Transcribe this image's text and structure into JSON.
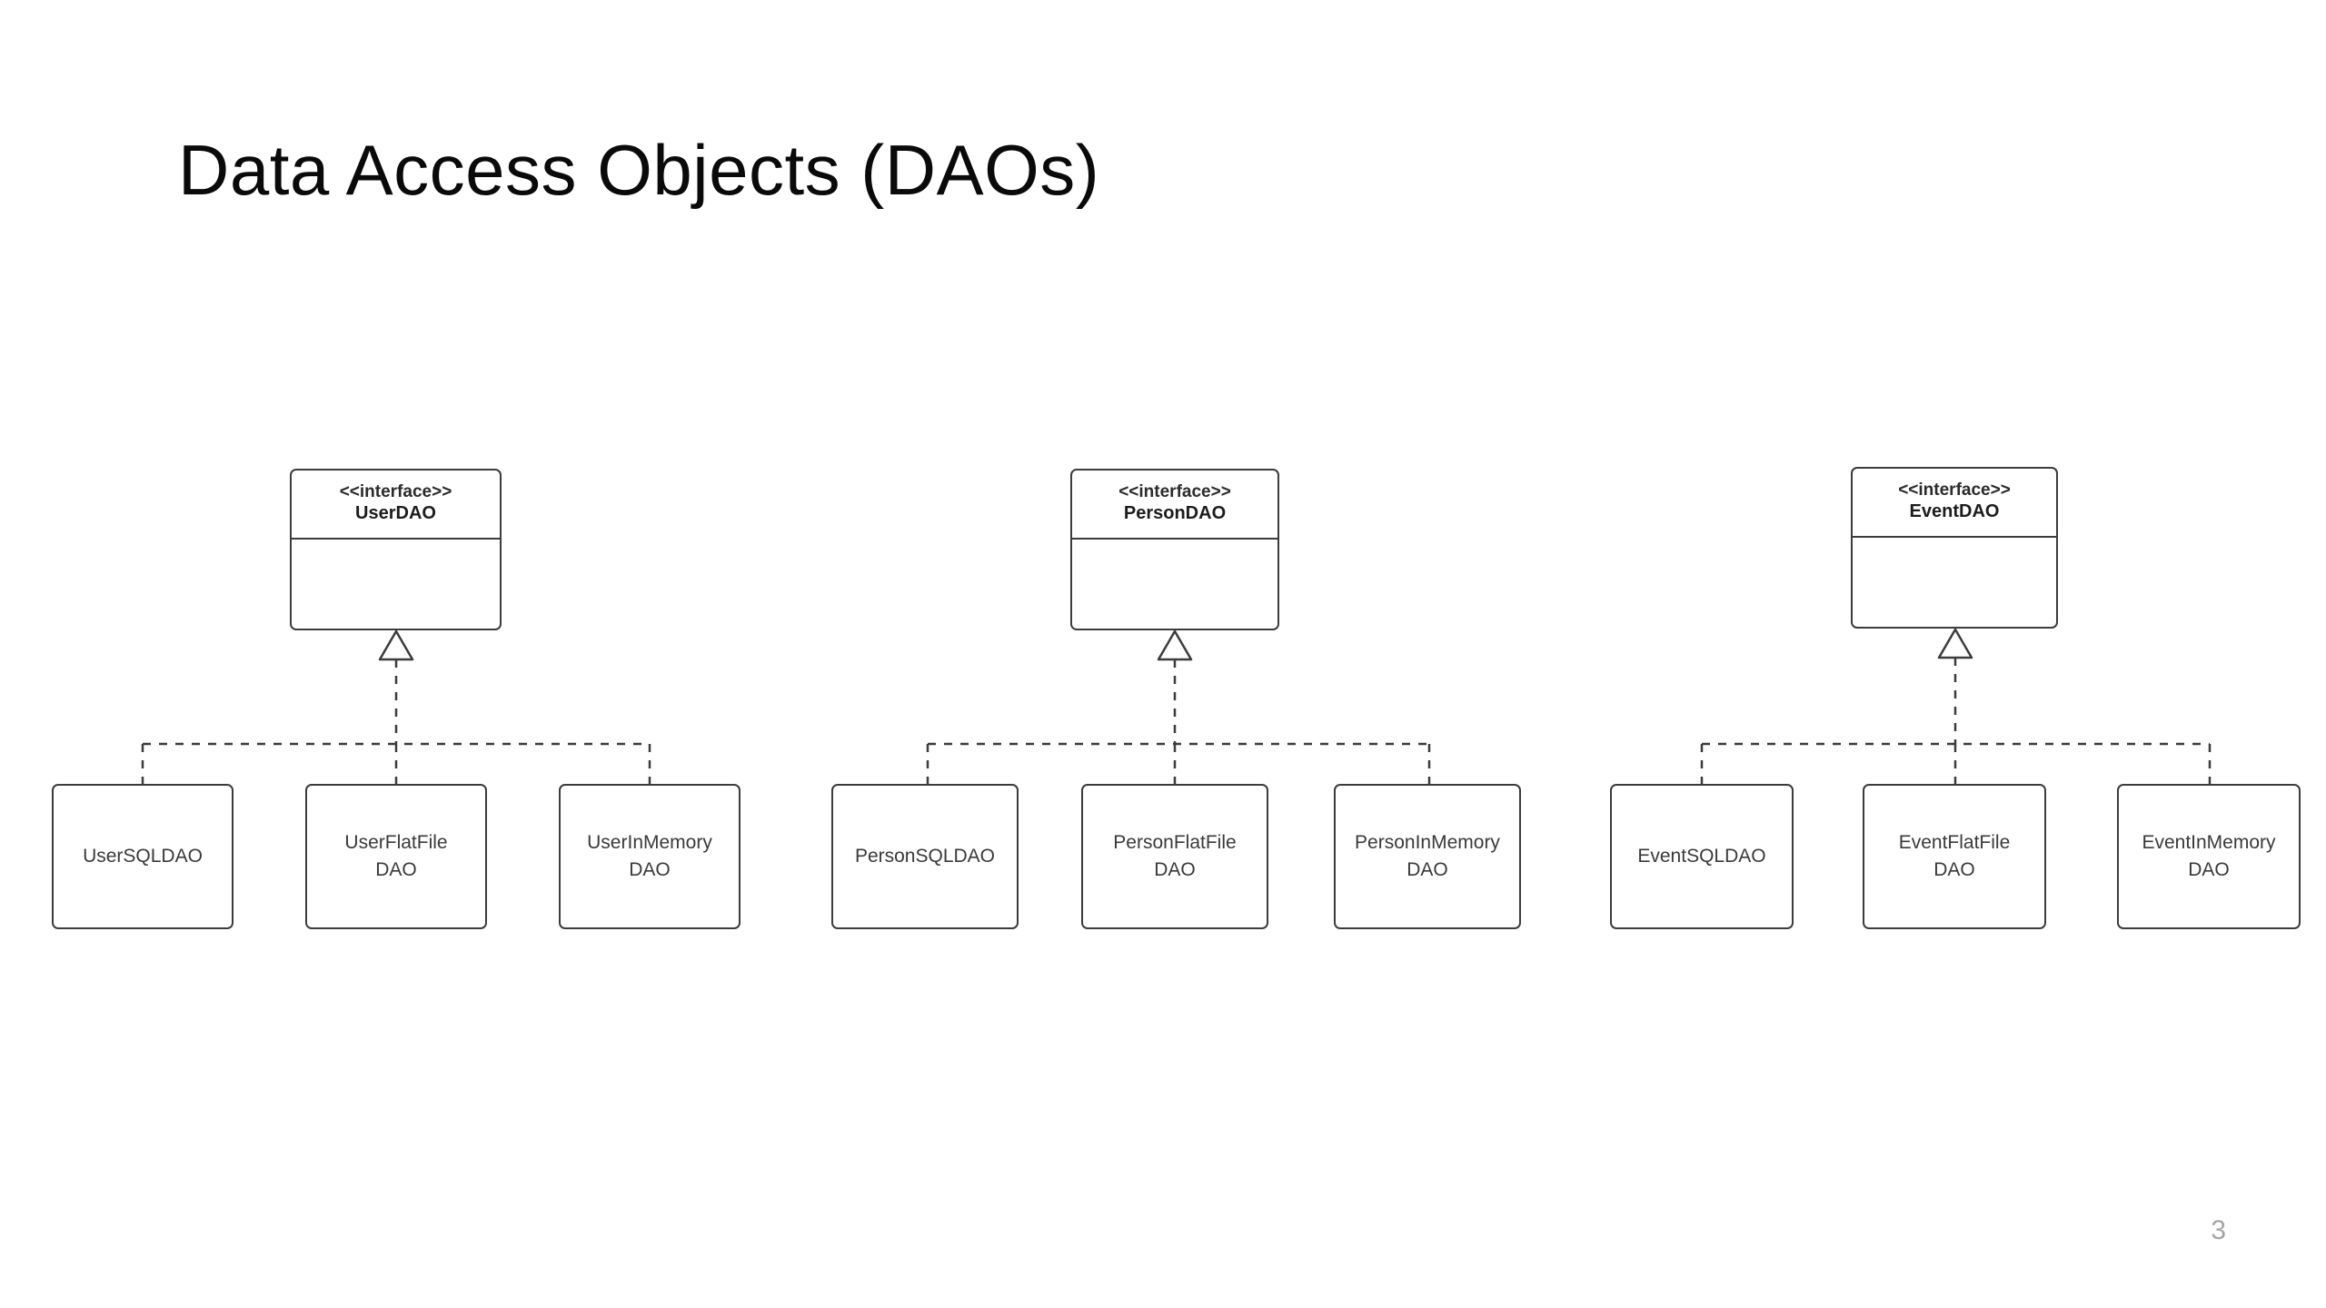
{
  "slide": {
    "title": "Data Access Objects (DAOs)",
    "page_number": "3",
    "stroke_color": "#3c3c3c",
    "text_color": "#3a3a3a",
    "page_number_color": "#a6a6a6",
    "background": "#ffffff"
  },
  "diagram": {
    "type": "uml-class-diagram",
    "relationship": "realization",
    "groups": [
      {
        "id": "user",
        "interface": {
          "stereotype": "<<interface>>",
          "name": "UserDAO"
        },
        "implementations": [
          {
            "label": "UserSQLDAO"
          },
          {
            "label": "UserFlatFile\nDAO"
          },
          {
            "label": "UserInMemory\nDAO"
          }
        ]
      },
      {
        "id": "person",
        "interface": {
          "stereotype": "<<interface>>",
          "name": "PersonDAO"
        },
        "implementations": [
          {
            "label": "PersonSQLDAO"
          },
          {
            "label": "PersonFlatFile\nDAO"
          },
          {
            "label": "PersonInMemory\nDAO"
          }
        ]
      },
      {
        "id": "event",
        "interface": {
          "stereotype": "<<interface>>",
          "name": "EventDAO"
        },
        "implementations": [
          {
            "label": "EventSQLDAO"
          },
          {
            "label": "EventFlatFile\nDAO"
          },
          {
            "label": "EventInMemory\nDAO"
          }
        ]
      }
    ]
  }
}
